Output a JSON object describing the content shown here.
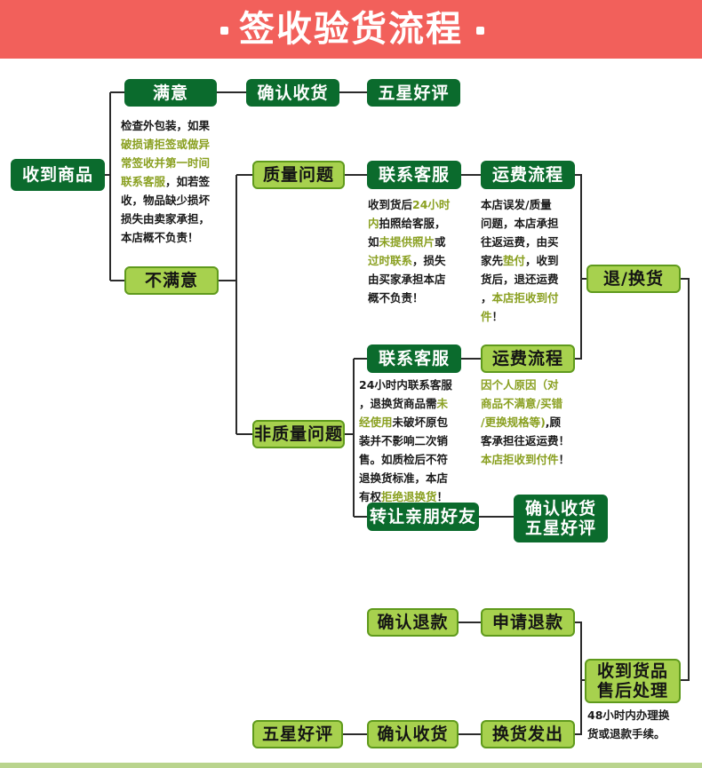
{
  "header": {
    "title": "签收验货流程",
    "color": "#f2605b"
  },
  "colors": {
    "light_box": "#a7d14e",
    "dark_box": "#0b6b2d",
    "highlight_text": "#8aa021"
  },
  "nodes": {
    "receive_goods": "收到商品",
    "satisfied": "满意",
    "confirm_receipt_top": "确认收货",
    "five_star_top": "五星好评",
    "unsatisfied": "不满意",
    "quality_issue": "质量问题",
    "contact_cs_quality": "联系客服",
    "shipping_flow_quality": "运费流程",
    "return_exchange": "退/换货",
    "contact_cs_nonquality": "联系客服",
    "shipping_flow_nonquality": "运费流程",
    "non_quality_issue": "非质量问题",
    "transfer_friend": "转让亲朋好友",
    "confirm_five_line1": "确认收货",
    "confirm_five_line2": "五星好评",
    "confirm_refund": "确认退款",
    "apply_refund": "申请退款",
    "after_sale_line1": "收到货品",
    "after_sale_line2": "售后处理",
    "five_star_bottom": "五星好评",
    "confirm_receipt_bottom": "确认收货",
    "exchange_shipped": "换货发出"
  },
  "notes": {
    "satisfied": [
      [
        {
          "t": "检查外包装，如果"
        }
      ],
      [
        {
          "t": "破损请拒签或做异",
          "hl": true
        }
      ],
      [
        {
          "t": "常签收并第一时间",
          "hl": true
        }
      ],
      [
        {
          "t": "联系客服",
          "hl": true
        },
        {
          "t": "，如若签"
        }
      ],
      [
        {
          "t": "收，物品缺少损坏"
        }
      ],
      [
        {
          "t": "损失由卖家承担，"
        }
      ],
      [
        {
          "t": "本店概不负责！"
        }
      ]
    ],
    "quality_cs": [
      [
        {
          "t": "收到货后"
        },
        {
          "t": "24小时",
          "hl": true
        }
      ],
      [
        {
          "t": "内",
          "hl": true
        },
        {
          "t": "拍照给客服，"
        }
      ],
      [
        {
          "t": "如"
        },
        {
          "t": "未提供照片",
          "hl": true
        },
        {
          "t": "或"
        }
      ],
      [
        {
          "t": "过时联系",
          "hl": true
        },
        {
          "t": "，损失"
        }
      ],
      [
        {
          "t": "由买家承担本店"
        }
      ],
      [
        {
          "t": "概不负责！"
        }
      ]
    ],
    "quality_shipping": [
      [
        {
          "t": "本店误发/质量"
        }
      ],
      [
        {
          "t": "问题，本店承担"
        }
      ],
      [
        {
          "t": "往返运费，由买"
        }
      ],
      [
        {
          "t": "家先"
        },
        {
          "t": "垫付",
          "hl": true
        },
        {
          "t": "，收到"
        }
      ],
      [
        {
          "t": "货后，退还运费"
        }
      ],
      [
        {
          "t": "，"
        },
        {
          "t": "本店拒收到付",
          "hl": true
        }
      ],
      [
        {
          "t": "件",
          "hl": true
        },
        {
          "t": "！"
        }
      ]
    ],
    "nonquality_cs": [
      [
        {
          "t": "24小时内联系客服"
        }
      ],
      [
        {
          "t": "，退换货商品需"
        },
        {
          "t": "未",
          "hl": true
        }
      ],
      [
        {
          "t": "经使用",
          "hl": true
        },
        {
          "t": "未破坏原包"
        }
      ],
      [
        {
          "t": "装并不影响二次销"
        }
      ],
      [
        {
          "t": "售。如质检后不符"
        }
      ],
      [
        {
          "t": "退换货标准，本店"
        }
      ],
      [
        {
          "t": "有权"
        },
        {
          "t": "拒绝退换货",
          "hl": true
        },
        {
          "t": "！"
        }
      ]
    ],
    "nonquality_shipping": [
      [
        {
          "t": "因个人原因（对",
          "hl": true
        }
      ],
      [
        {
          "t": "商品不满意/买错",
          "hl": true
        }
      ],
      [
        {
          "t": "/更换规格等)",
          "hl": true
        },
        {
          "t": ",顾"
        }
      ],
      [
        {
          "t": "客承担往返运费！"
        }
      ],
      [
        {
          "t": "本店拒收到付件",
          "hl": true
        },
        {
          "t": "！"
        }
      ]
    ],
    "after_sale": [
      [
        {
          "t": "48小时内办理换"
        }
      ],
      [
        {
          "t": "货或退款手续。"
        }
      ]
    ]
  }
}
